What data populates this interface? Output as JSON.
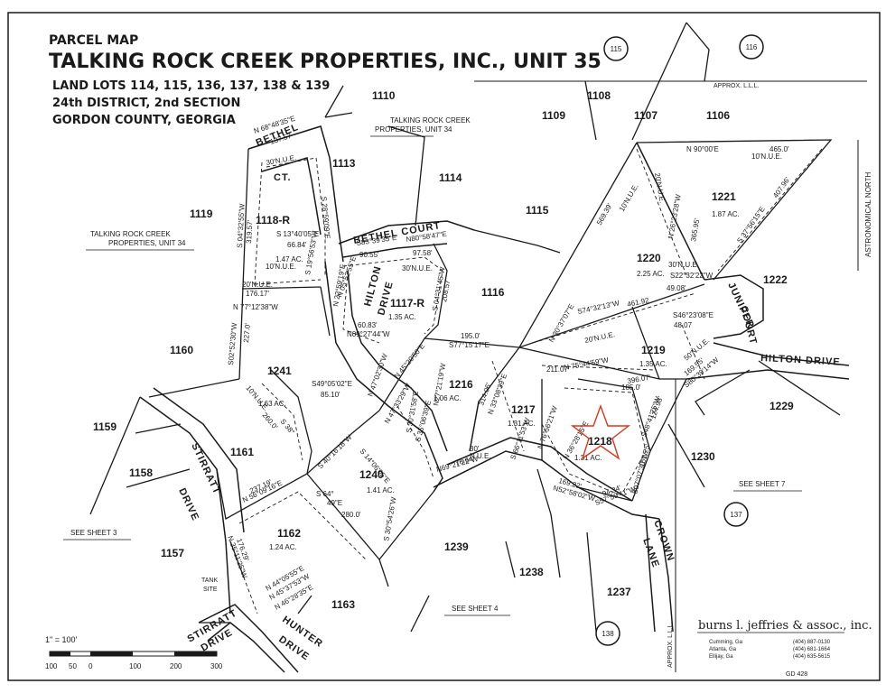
{
  "header": {
    "map_type": "PARCEL MAP",
    "title": "TALKING ROCK CREEK PROPERTIES, INC., UNIT 35",
    "land_lots": "LAND LOTS 114, 115, 136, 137, 138 & 139",
    "district": "24th DISTRICT, 2nd SECTION",
    "county": "GORDON COUNTY, GEORGIA"
  },
  "sheet_circles": {
    "s115": "115",
    "s116": "116",
    "s137": "137",
    "s138": "138"
  },
  "labels": {
    "unit34_top": "TALKING ROCK CREEK",
    "unit34_top2": "PROPERTIES, UNIT 34",
    "unit34_left": "TALKING ROCK CREEK",
    "unit34_left2": "PROPERTIES, UNIT 34",
    "approx_lll_top": "APPROX. L.L.L.",
    "approx_lll_side": "APPROX. L.L.L.",
    "astronomical_north": "ASTRONOMICAL NORTH",
    "see_sheet_3": "SEE SHEET 3",
    "see_sheet_4": "SEE SHEET 4",
    "see_sheet_7": "SEE SHEET 7",
    "tank": "TANK",
    "site": "SITE"
  },
  "streets": {
    "bethel": "BETHEL",
    "ct": "CT.",
    "bethel_court": "BETHEL COURT",
    "hilton": "HILTON",
    "drive": "DRIVE",
    "juniper": "JUNIPER",
    "court": "COURT",
    "hilton_drive": "HILTON DRIVE",
    "stirratt": "STIRRATT",
    "stirratt2": "STIRRATT",
    "drive2": "DRIVE",
    "drive3": "DRIVE",
    "hunter": "HUNTER",
    "drive4": "DRIVE",
    "crown": "CROWN",
    "lane": "LANE"
  },
  "lots": {
    "l1110": "1110",
    "l1108": "1108",
    "l1107": "1107",
    "l1106": "1106",
    "l1109": "1109",
    "l1113": "1113",
    "l1114": "1114",
    "l1115": "1115",
    "l1119": "1119",
    "l1118r": "1118-R",
    "l1221": "1221",
    "l1220": "1220",
    "l1222": "1222",
    "l1116": "1116",
    "l1117r": "1117-R",
    "l1160": "1160",
    "l1241": "1241",
    "l1216": "1216",
    "l1219": "1219",
    "l1229": "1229",
    "l1159": "1159",
    "l1217": "1217",
    "l1218": "1218",
    "l1161": "1161",
    "l1158": "1158",
    "l1240": "1240",
    "l1230": "1230",
    "l1162": "1162",
    "l1157": "1157",
    "l1239": "1239",
    "l1238": "1238",
    "l1237": "1237",
    "l1163": "1163"
  },
  "acres": {
    "a1221": "1.87 AC.",
    "a1118": "1.47 AC.",
    "a1220": "2.25 AC.",
    "a1117": "1.35 AC.",
    "a1219": "1.35 AC.",
    "a1241": "1.63 AC.",
    "a1216": "1.06 AC.",
    "a1217": "1.31 AC.",
    "a1218": "1.31 AC.",
    "a1240": "1.41 AC.",
    "a1162": "1.24 AC."
  },
  "dims": {
    "d1": "N 68°48'35\"E",
    "d2": "137.57",
    "d3": "30'N.U.E.",
    "d4": "S 04°32'55\"W",
    "d5": "319.57'",
    "d6": "S 13°40'05\"E",
    "d7": "66.84'",
    "d8": "10'N.U.E.",
    "d9": "20'N.U.E.",
    "d10": "176.17'",
    "d11": "N 77°12'38\"W",
    "d12": "S83°39'35\"E",
    "d13": "N80°58'47\"E",
    "d14": "90.55'",
    "d15": "97.58'",
    "d16": "30'N.U.E.",
    "d17": "N 90°00'E",
    "d18": "465.0'",
    "d19": "10'N.U.E.",
    "d20": "S22°32'22\"W",
    "d21": "49.08'",
    "d22": "30'N.U.E.",
    "d23": "S74°32'13\"W",
    "d24": "461.92",
    "d25": "S46°23'08\"E",
    "d26": "48.07",
    "d27": "60.83'",
    "d28": "N09°27'44\"W",
    "d29": "195.0'",
    "d30": "S77°15'17\"E",
    "d31": "20'N.U.E.",
    "d32": "N 75°44'59\"W",
    "d33": "396.07'",
    "d34": "211.07'",
    "d35": "185.0'",
    "d36": "S49°05'02\"E",
    "d37": "85.10'",
    "d38": "S02°52'30\"W",
    "d39": "227.0'",
    "d40": "10'N.U.E.",
    "d41": "S 38°",
    "d42": "260.0'",
    "d43": "N69°21'22\"W",
    "d44": "76.64'",
    "d45": "30'",
    "d46": "N.U.E.",
    "d47": "N 56°09'16\"E",
    "d48": "237.19'",
    "d49": "N 35°11'25\"W",
    "d50": "176.29'",
    "d51": "N 44°05'55\"E",
    "d52": "N 45°37'53\"W",
    "d53": "N 46°28'35\"E",
    "d54": "S 64°",
    "d55": "49\"E",
    "d56": "280.0'",
    "d57": "N52°58'02\"W",
    "d58": "169.22'",
    "d59": "S57°59'41\"W",
    "d60": "94.34'",
    "d61": "S07°07'30\"W",
    "d62": "151.25'",
    "d63": "S48°41'25\"W",
    "d64": "124.98'",
    "d65": "S80°39'14\"W",
    "d66": "169.55'",
    "d67": "50'N.U.E.",
    "d68": "N 30°37'07\"E",
    "d69": "569.39'",
    "d70": "N 26°23'28\"W",
    "d71": "365.95'",
    "d72": "S 37°56'15\"E",
    "d73": "407.96'",
    "d74": "20'N.U.E.",
    "d75": "10'N.U.E.",
    "d76": "N 05°52'55\"E",
    "d77": "S 28°59'09\"E",
    "d78": "S 19°56'53\"W",
    "d79": "N 22°59'19\"E",
    "d80": "S 04°31'45\"W",
    "d81": "208.57",
    "d82": "S 35°06'39\"E",
    "d83": "N 33°08'39\"E",
    "d84": "314.06'",
    "d85": "N 76°56'21\"W",
    "d86": "S 66°11'53\"W",
    "d87": "N 36°28'15\"E",
    "d88": "N 47°02'30\"W",
    "d89": "N 47°33'29\"W",
    "d90": "S 14°06'05\"E",
    "d91": "S 30°31'58\"E",
    "d92": "S 30°54'26\"W",
    "d93": "N27°21'19\"W",
    "d94": "S 40°16'18\"W",
    "d95": "N 45°20'50\"E"
  },
  "scale": {
    "ratio": "1\" = 100'",
    "ticks": [
      "100",
      "50",
      "0",
      "100",
      "200",
      "300"
    ]
  },
  "title_block": {
    "firm": "burns l. jeffries & assoc., inc.",
    "city1": "Cumming, Ga",
    "city2": "Atlanta, Ga",
    "city3": "Ellijay, Ga",
    "phone1": "(404) 887-0130",
    "phone2": "(404) 681-1664",
    "phone3": "(404) 635-5615",
    "sheet_no": "GD 428"
  },
  "colors": {
    "ink": "#1a1a1a",
    "star": "#e0341c",
    "paper": "#ffffff"
  }
}
